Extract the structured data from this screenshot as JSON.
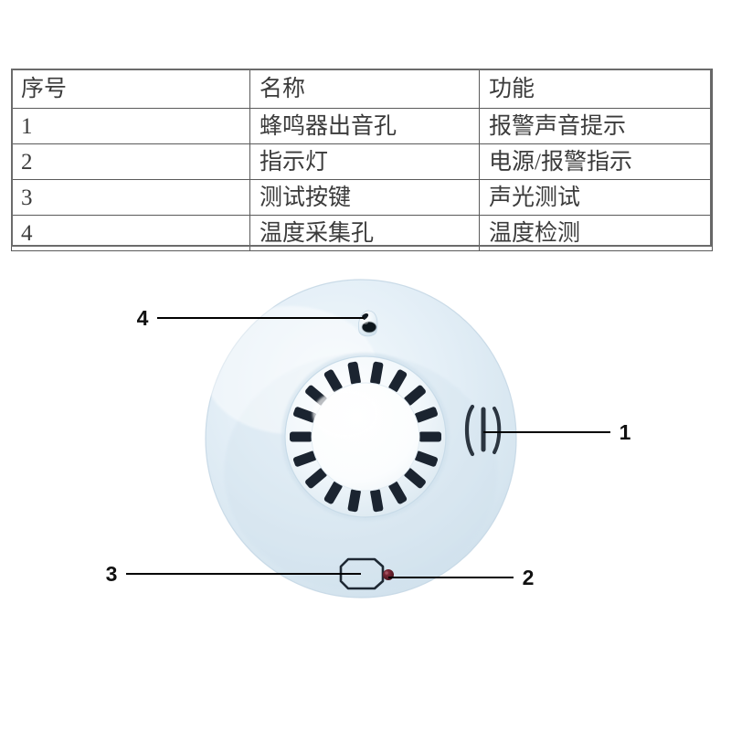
{
  "table": {
    "headers": [
      "序号",
      "名称",
      "功能"
    ],
    "rows": [
      {
        "index": "1",
        "name": "蜂鸣器出音孔",
        "function": "报警声音提示"
      },
      {
        "index": "2",
        "name": "指示灯",
        "function": "电源/报警指示"
      },
      {
        "index": "3",
        "name": "测试按键",
        "function": "声光测试"
      },
      {
        "index": "4",
        "name": "温度采集孔",
        "function": "温度检测"
      }
    ]
  },
  "diagram": {
    "callouts": [
      {
        "id": "4",
        "label": "4",
        "target": "温度采集孔"
      },
      {
        "id": "1",
        "label": "1",
        "target": "蜂鸣器出音孔"
      },
      {
        "id": "3",
        "label": "3",
        "target": "测试按键"
      },
      {
        "id": "2",
        "label": "2",
        "target": "指示灯"
      }
    ],
    "colors": {
      "body_light": "#eef5fa",
      "body_mid": "#dbe8f2",
      "body_shadow": "#c6d8e6",
      "vent_slot": "#1b2430",
      "led": "#5e1520",
      "outline": "#1c2430",
      "leader_line": "#000000"
    }
  }
}
